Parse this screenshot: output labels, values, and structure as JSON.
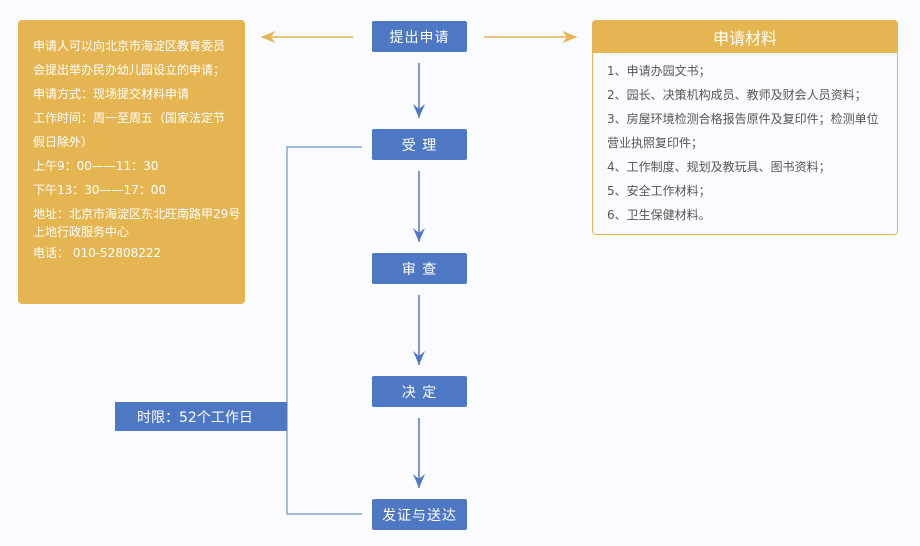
{
  "steps": {
    "apply": "提出申请",
    "accept": "受 理",
    "review": "审 查",
    "decide": "决 定",
    "issue": "发证与送达"
  },
  "info": {
    "lines": [
      "申请人可以向北京市海淀区教育委员",
      "会提出举办民办幼儿园设立的申请；",
      "申请方式：现场提交材料申请",
      "工作时间：周一至周五（国家法定节",
      "假日除外）",
      "上午9：00——11：30",
      "下午13：30——17：00"
    ],
    "address": "地址：北京市海淀区东北旺南路甲29号上地行政服务中心",
    "phone": "电话： 010-52808222"
  },
  "materials": {
    "title": "申请材料",
    "items": [
      "1、申请办园文书；",
      "2、园长、决策机构成员、教师及财会人员资料；",
      "3、房屋环境检测合格报告原件及复印件；检测单位营业执照复印件；",
      "4、工作制度、规划及教玩具、图书资料；",
      "5、安全工作材料；",
      "6、卫生保健材料。"
    ]
  },
  "time_limit": "时限：52个工作日",
  "colors": {
    "orange": "#e5b551",
    "blue": "#4f78c4"
  }
}
